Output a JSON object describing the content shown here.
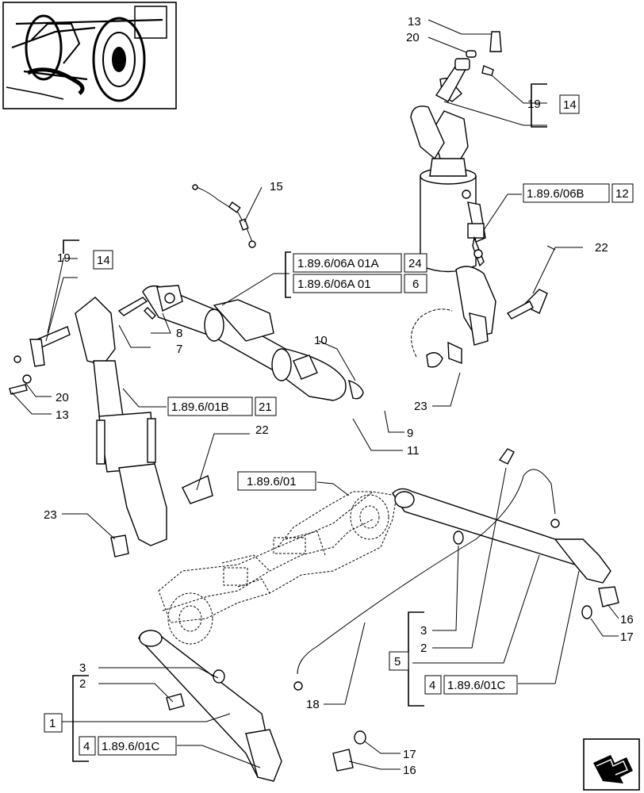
{
  "callouts": {
    "c13_top": "13",
    "c20_top": "20",
    "c19_top": "19",
    "c14_top": "14",
    "c15": "15",
    "c12_ref": "1.89.6/06B",
    "c12": "12",
    "c22_right": "22",
    "c19_left": "19",
    "c14_left": "14",
    "c24_ref": "1.89.6/06A 01A",
    "c24": "24",
    "c6_ref": "1.89.6/06A 01",
    "c6": "6",
    "c8": "8",
    "c7": "7",
    "c10": "10",
    "c20_left": "20",
    "c13_left": "13",
    "c21_ref": "1.89.6/01B",
    "c21": "21",
    "c23_right": "23",
    "c9": "9",
    "c11": "11",
    "c22_left": "22",
    "c23_left": "23",
    "c_axle_ref": "1.89.6/01",
    "c3_right": "3",
    "c2_right": "2",
    "c5": "5",
    "c4_right": "4",
    "c01c_right": "1.89.6/01C",
    "c16_right": "16",
    "c17_right": "17",
    "c18": "18",
    "c3_left": "3",
    "c2_left": "2",
    "c1": "1",
    "c4_left": "4",
    "c01c_left": "1.89.6/01C",
    "c17_bottom": "17",
    "c16_bottom": "16"
  },
  "icons": {
    "thumbnail": "tractor-rear-thumbnail-icon",
    "nav": "next-page-arrow-icon"
  }
}
